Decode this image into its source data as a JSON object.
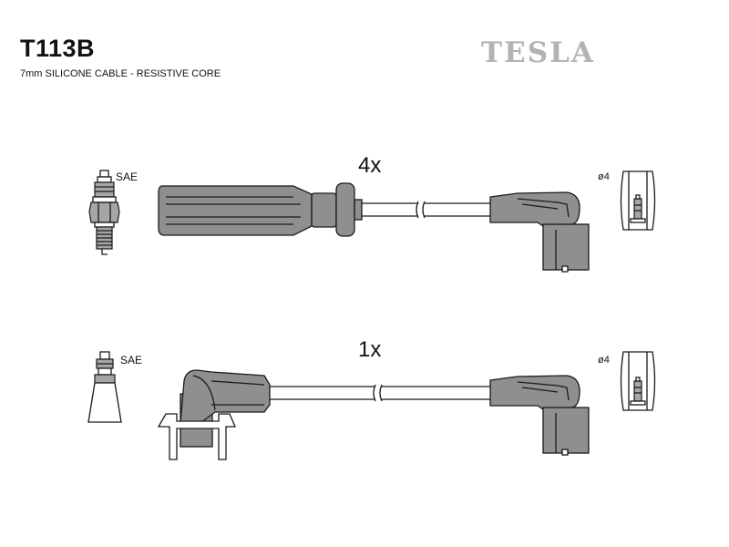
{
  "header": {
    "part_number": "T113B",
    "description": "7mm SILICONE CABLE - RESISTIVE CORE",
    "brand": "TESLA"
  },
  "rows": [
    {
      "quantity": "4x",
      "plug_label": "SAE",
      "terminal_label": "ø4"
    },
    {
      "quantity": "1x",
      "plug_label": "SAE",
      "terminal_label": "ø4"
    }
  ],
  "colors": {
    "part_fill": "#8f8f8f",
    "brand": "#b3b3b3",
    "outline": "#1a1a1a"
  }
}
